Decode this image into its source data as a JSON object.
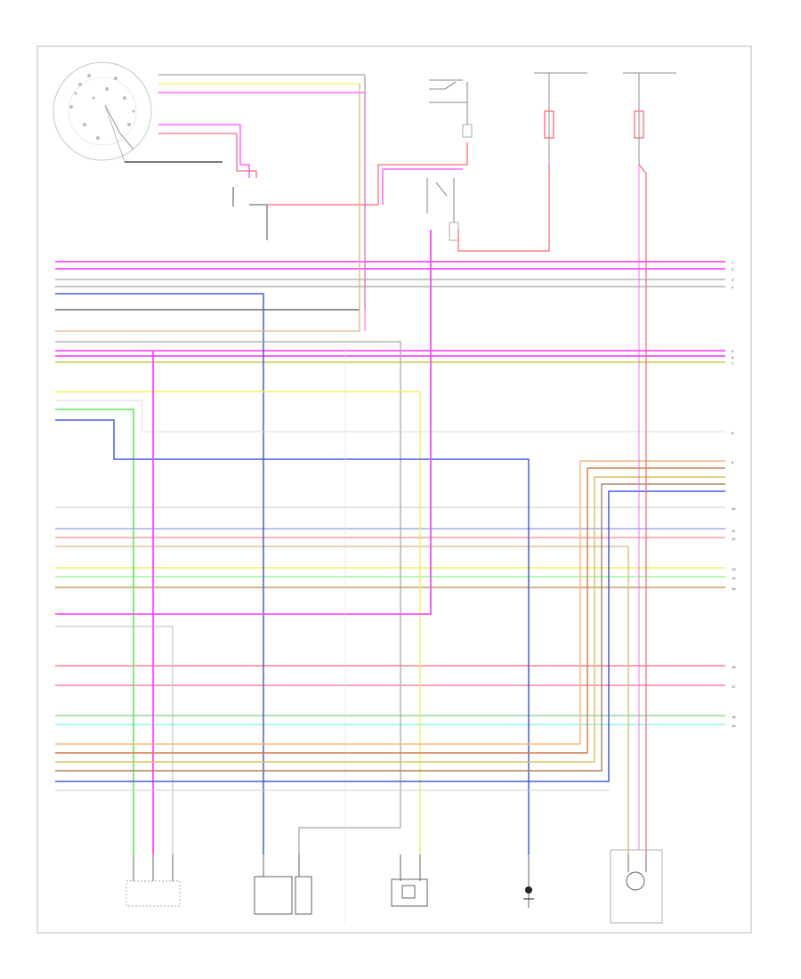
{
  "diagram": {
    "code_label": "",
    "colors": {
      "pink": "#ff4dff",
      "red": "#ff6b78",
      "yellow": "#f0f060",
      "tan": "#d8b880",
      "gray": "#a8a8a8",
      "dark": "#505050",
      "blue": "#4a5bd8",
      "green": "#5fe85f",
      "cyan": "#7ff0f0",
      "orange": "#f7b97a",
      "olive": "#a0a040",
      "brown": "#b08060",
      "lightgreen": "#9ff59f"
    },
    "components": [
      {
        "id": "ignition-switch",
        "label": ""
      },
      {
        "id": "fuel-injector",
        "label": ""
      },
      {
        "id": "shift-solenoid",
        "label": ""
      },
      {
        "id": "check-engine-light",
        "label": ""
      },
      {
        "id": "instrument-cluster",
        "label": ""
      },
      {
        "id": "relay-1",
        "label": ""
      },
      {
        "id": "relay-2",
        "label": ""
      },
      {
        "id": "sensor-1",
        "label": ""
      },
      {
        "id": "sensor-2",
        "label": ""
      }
    ]
  }
}
